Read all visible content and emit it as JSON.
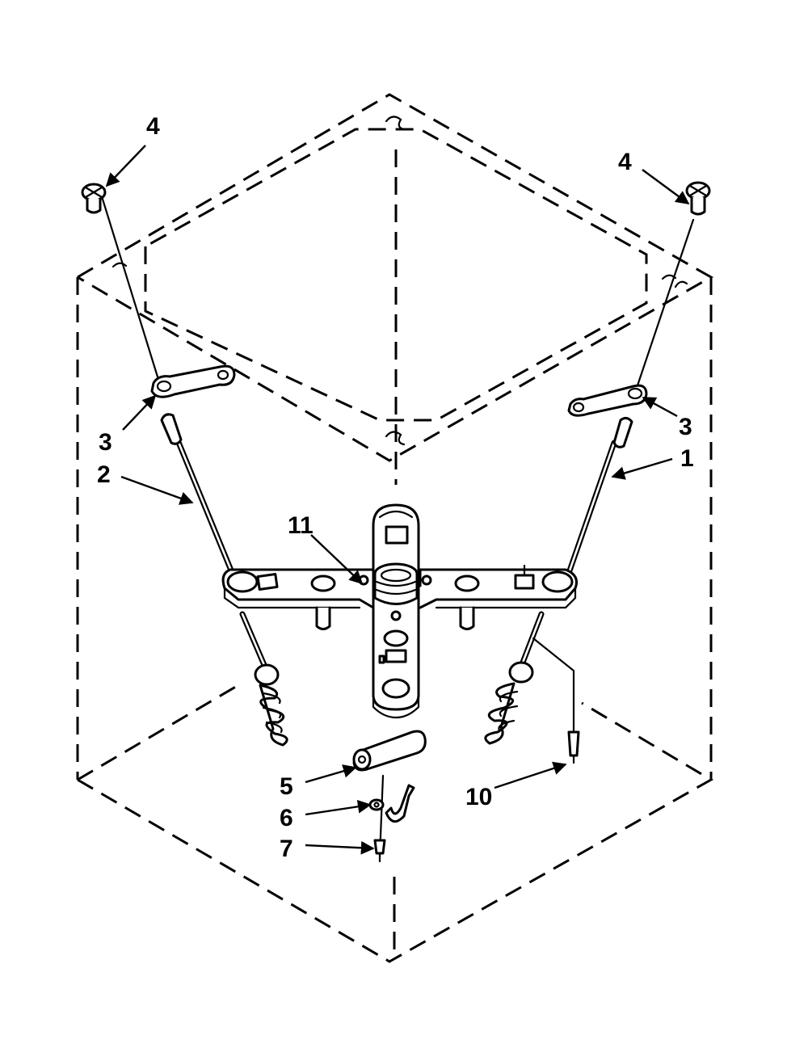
{
  "callouts": {
    "c1": "1",
    "c2": "2",
    "c3_left": "3",
    "c3_right": "3",
    "c4_left": "4",
    "c4_right": "4",
    "c5": "5",
    "c6": "6",
    "c7": "7",
    "c10": "10",
    "c11": "11"
  }
}
